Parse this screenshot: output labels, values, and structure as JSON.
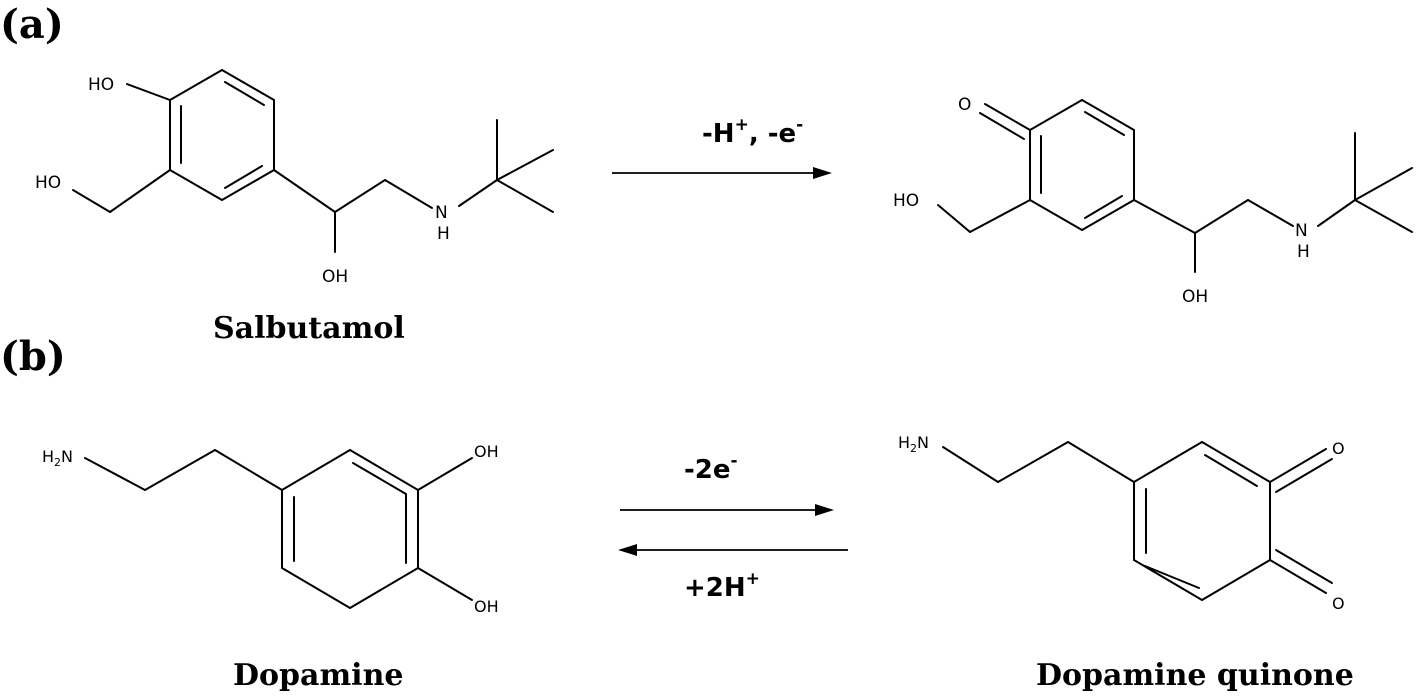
{
  "panels": {
    "a": "(a)",
    "b": "(b)"
  },
  "reaction_a": {
    "reactant_name": "Salbutamol",
    "condition": {
      "h": "-H",
      "h_sup": "+",
      "sep": ", -e",
      "e_sup": "-"
    },
    "reactant_atoms": {
      "ho_top": "HO",
      "ho_side": "HO",
      "oh": "OH",
      "n": "N",
      "h": "H"
    },
    "product_atoms": {
      "o": "O",
      "ho_side": "HO",
      "oh": "OH",
      "n": "N",
      "h": "H"
    }
  },
  "reaction_b": {
    "reactant_name": "Dopamine",
    "product_name": "Dopamine quinone",
    "forward_condition": {
      "base": "-2e",
      "sup": "-"
    },
    "reverse_condition": {
      "base": "+2H",
      "sup": "+"
    },
    "reactant_atoms": {
      "h2n_h": "H",
      "h2n_sub": "2",
      "h2n_n": "N",
      "oh_top": "OH",
      "oh_bottom": "OH"
    },
    "product_atoms": {
      "h2n_h": "H",
      "h2n_sub": "2",
      "h2n_n": "N",
      "o_top": "O",
      "o_bottom": "O"
    }
  }
}
